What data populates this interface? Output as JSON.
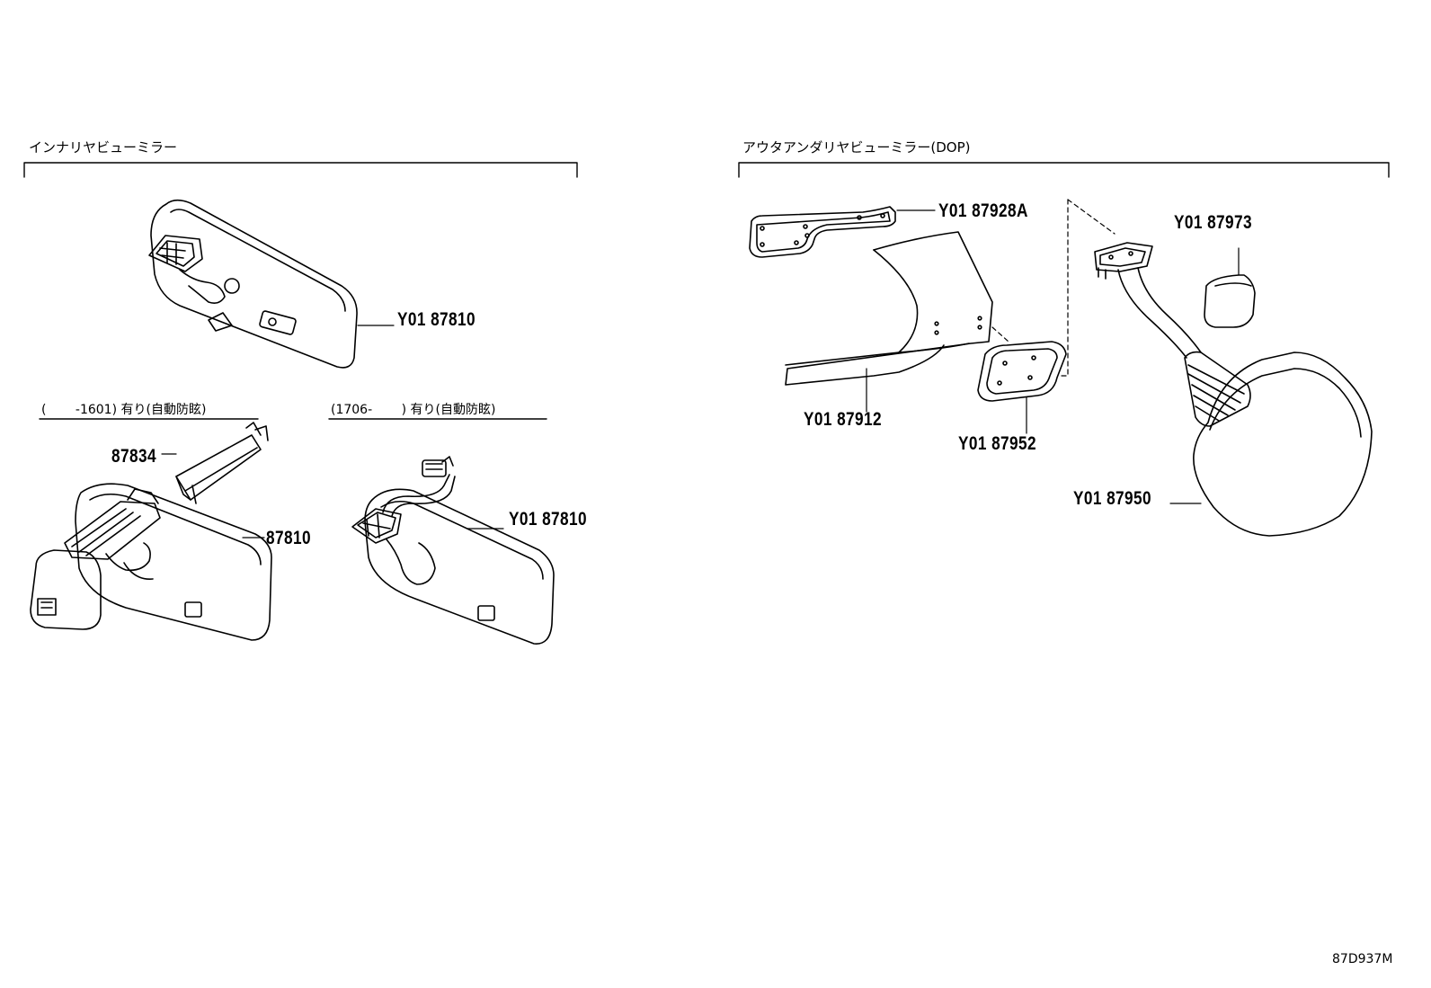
{
  "sections": {
    "inner_title": "インナリヤビューミラー",
    "outer_title": "アウタアンダリヤビューミラー(DOP)",
    "variant_left": "(　　 -1601) 有り(自動防眩)",
    "variant_right": "(1706-　　 ) 有り(自動防眩)"
  },
  "parts": {
    "p1": "Y01 87810",
    "p2": "87834",
    "p3": "87810",
    "p4": "Y01 87810",
    "p5": "Y01 87928A",
    "p6": "Y01 87973",
    "p7": "Y01 87912",
    "p8": "Y01 87952",
    "p9": "Y01 87950"
  },
  "diagram_code": "87D937M"
}
